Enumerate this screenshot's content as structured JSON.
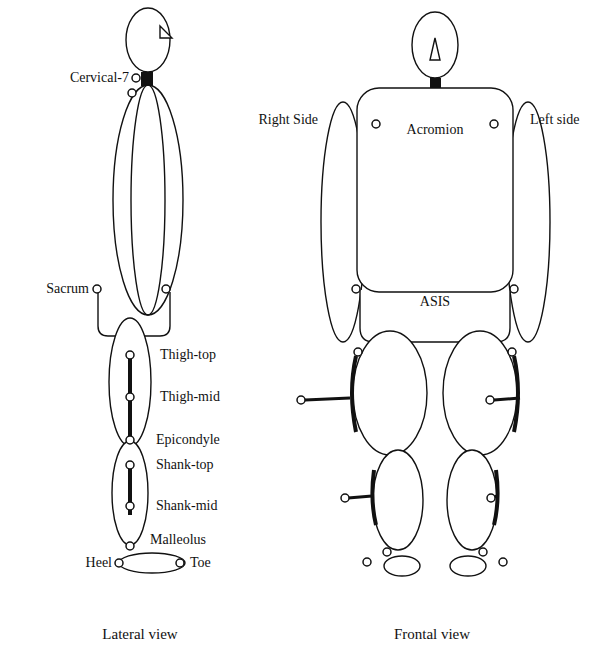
{
  "diagram": {
    "labels": [
      "Cervical-7",
      "Right Side",
      "Left side",
      "Acromion",
      "Sacrum",
      "ASIS",
      "Thigh-top",
      "Thigh-mid",
      "Epicondyle",
      "Shank-top",
      "Shank-mid",
      "Malleolus",
      "Heel",
      "Toe",
      "Lateral view",
      "Frontal view"
    ]
  }
}
